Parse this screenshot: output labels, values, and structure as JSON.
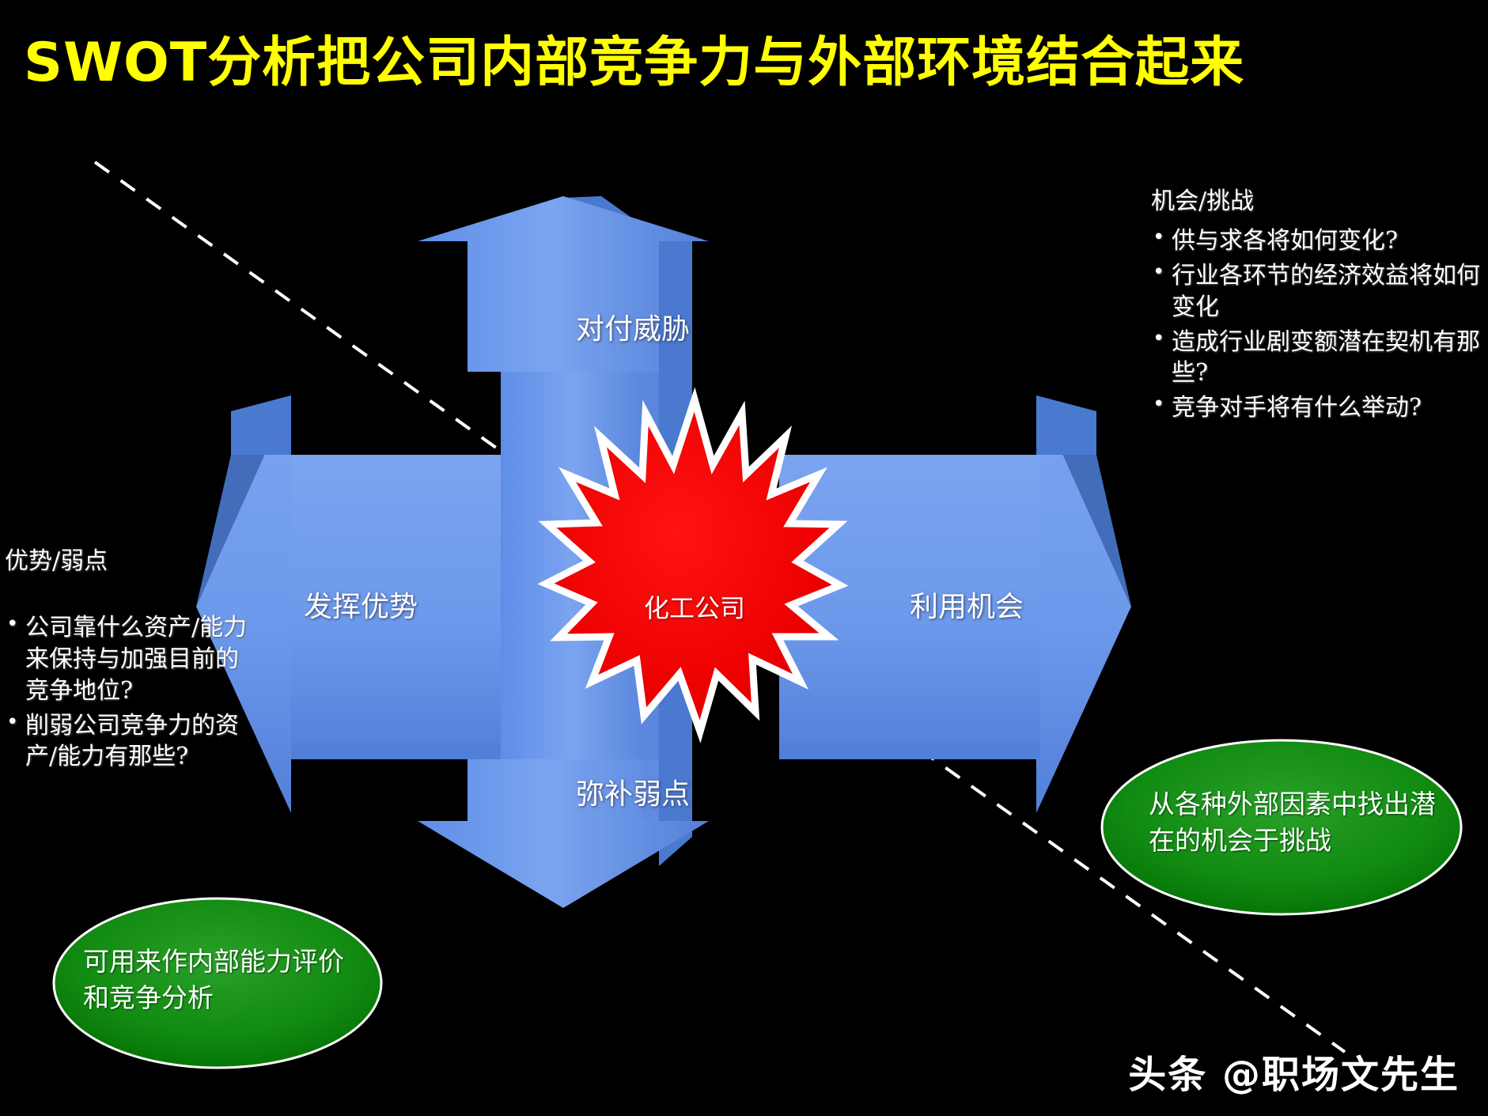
{
  "title": "SWOT分析把公司内部竞争力与外部环境结合起来",
  "center": {
    "label": "化工公司"
  },
  "arrows": {
    "top": "对付威胁",
    "bottom": "弥补弱点",
    "left": "发挥优势",
    "right": "利用机会"
  },
  "left_panel": {
    "heading": "优势/弱点",
    "bullets": [
      "公司靠什么资产/能力来保持与加强目前的竞争地位?",
      "削弱公司竞争力的资产/能力有那些?"
    ]
  },
  "right_panel": {
    "heading": "机会/挑战",
    "bullets": [
      "供与求各将如何变化?",
      "行业各环节的经济效益将如何变化",
      "造成行业剧变额潜在契机有那些?",
      "竞争对手将有什么举动?"
    ]
  },
  "callouts": {
    "left": "可用来作内部能力评价和竞争分析",
    "right": "从各种外部因素中找出潜在的机会于挑战"
  },
  "watermark": "头条 @职场文先生",
  "colors": {
    "background": "#000000",
    "title": "#ffff00",
    "arrow_face": "#6f9bed",
    "arrow_shade": "#4a79cf",
    "star_fill": "#ee0000",
    "star_stroke": "#ffffff",
    "ellipse_fill": "#128a12",
    "text": "#ffffff"
  }
}
